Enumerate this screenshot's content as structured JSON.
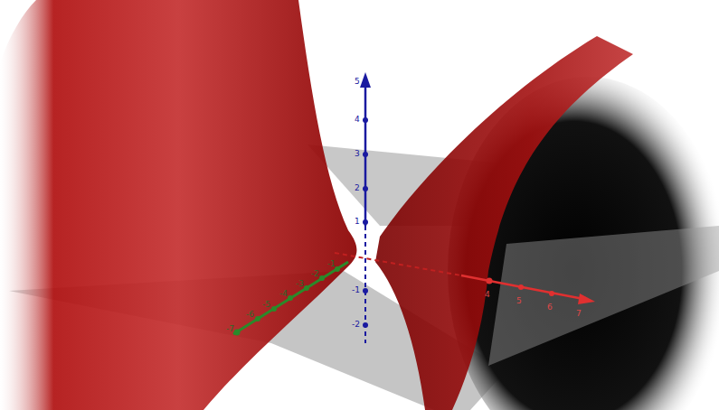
{
  "diagram": {
    "labels": [
      "5",
      "4",
      "3",
      "2",
      "1",
      "-1",
      "-2",
      "4",
      "5",
      "6",
      "7",
      "-7",
      "-6",
      "-5",
      "-4",
      "-3",
      "-2",
      "-1"
    ]
  }
}
